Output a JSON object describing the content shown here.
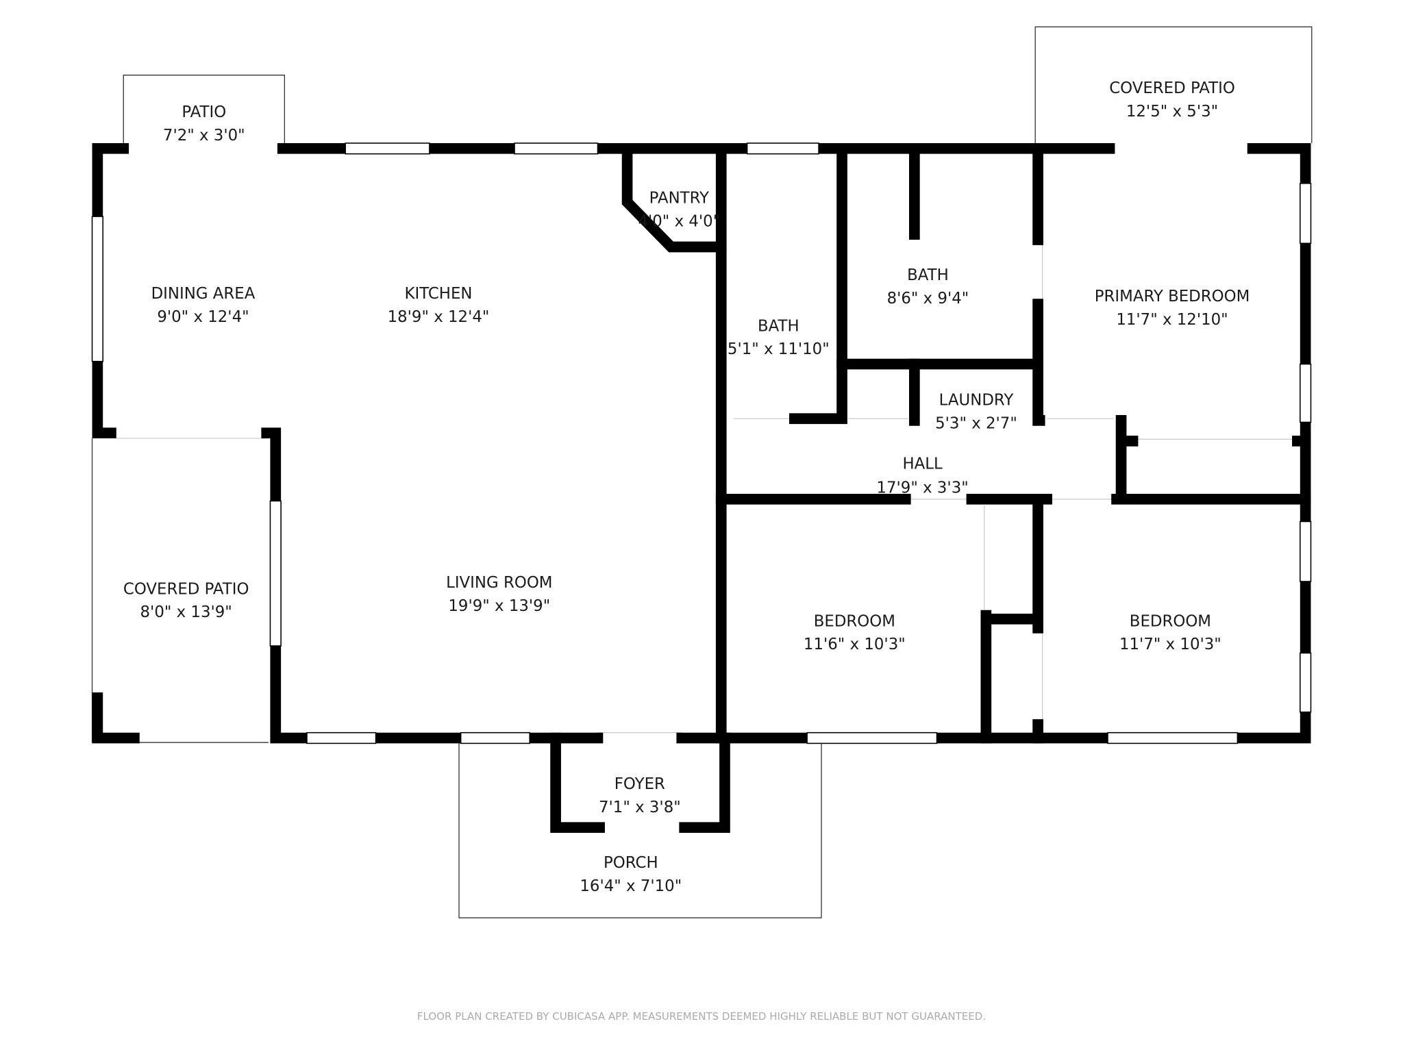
{
  "rooms": [
    {
      "name": "PATIO",
      "dims": "7'2\" x 3'0\""
    },
    {
      "name": "COVERED PATIO",
      "dims": "12'5\" x 5'3\""
    },
    {
      "name": "DINING AREA",
      "dims": "9'0\" x 12'4\""
    },
    {
      "name": "KITCHEN",
      "dims": "18'9\" x 12'4\""
    },
    {
      "name": "PANTRY",
      "dims": "4'0\" x 4'0\""
    },
    {
      "name": "BATH",
      "dims": "5'1\" x 11'10\""
    },
    {
      "name": "BATH",
      "dims": "8'6\" x 9'4\""
    },
    {
      "name": "PRIMARY BEDROOM",
      "dims": "11'7\" x 12'10\""
    },
    {
      "name": "LAUNDRY",
      "dims": "5'3\" x 2'7\""
    },
    {
      "name": "HALL",
      "dims": "17'9\" x 3'3\""
    },
    {
      "name": "COVERED PATIO",
      "dims": "8'0\" x 13'9\""
    },
    {
      "name": "LIVING ROOM",
      "dims": "19'9\" x 13'9\""
    },
    {
      "name": "BEDROOM",
      "dims": "11'6\" x 10'3\""
    },
    {
      "name": "BEDROOM",
      "dims": "11'7\" x 10'3\""
    },
    {
      "name": "FOYER",
      "dims": "7'1\" x 3'8\""
    },
    {
      "name": "PORCH",
      "dims": "16'4\" x 7'10\""
    }
  ],
  "footer": "FLOOR PLAN CREATED BY CUBICASA APP. MEASUREMENTS DEEMED HIGHLY RELIABLE BUT NOT GUARANTEED."
}
